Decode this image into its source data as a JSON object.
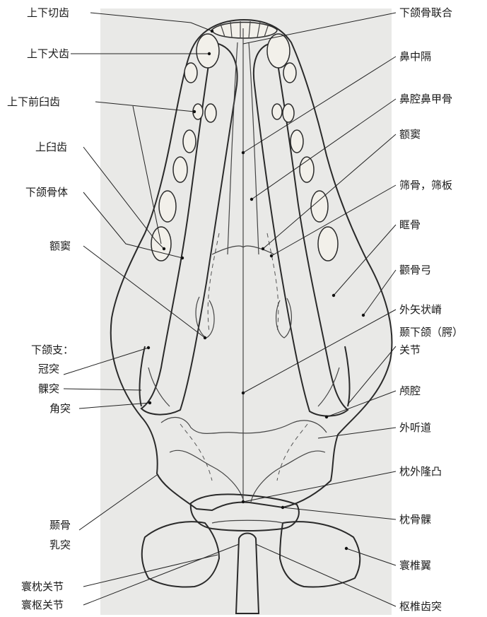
{
  "figure": {
    "colors": {
      "background": "#ffffff",
      "plate": "#e9e9e7",
      "line": "#2a2a2a",
      "tooth": "#f2f0ea"
    },
    "labels_left": [
      "上下切齿",
      "上下犬齿",
      "上下前臼齿",
      "上臼齿",
      "下颌骨体",
      "额窦",
      "下颌支：",
      "冠突",
      "髁突",
      "角突",
      "颞骨",
      "乳突",
      "寰枕关节",
      "寰枢关节"
    ],
    "labels_right": [
      "下颌骨联合",
      "鼻中隔",
      "鼻腔鼻甲骨",
      "额窦",
      "筛骨，筛板",
      "眶骨",
      "颧骨弓",
      "外矢状嵴",
      "颞下颌（腭）",
      "关节",
      "颅腔",
      "外听道",
      "枕外隆凸",
      "枕骨髁",
      "寰椎翼",
      "枢椎齿突"
    ]
  }
}
